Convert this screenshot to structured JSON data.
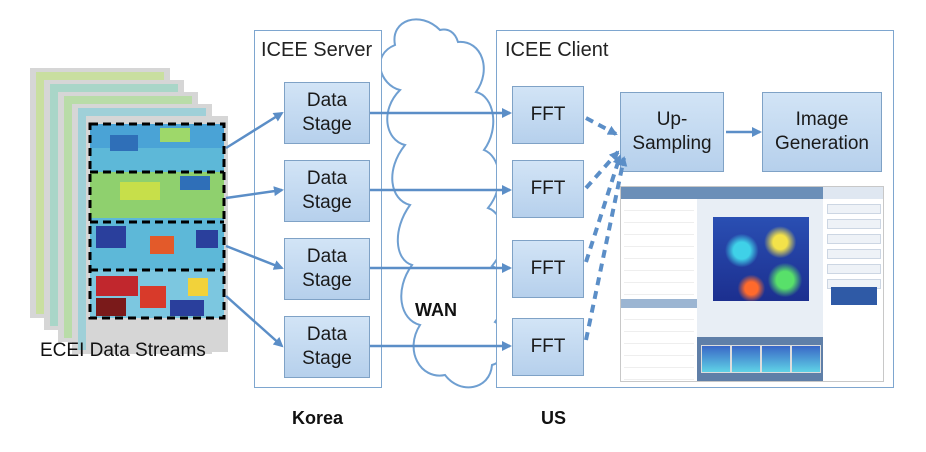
{
  "regions": {
    "server": {
      "title": "ICEE Server"
    },
    "client": {
      "title": "ICEE Client"
    }
  },
  "streams": {
    "label": "ECEI Data Streams"
  },
  "server_boxes": [
    {
      "label": "Data\nStage"
    },
    {
      "label": "Data\nStage"
    },
    {
      "label": "Data\nStage"
    },
    {
      "label": "Data\nStage"
    }
  ],
  "fft_boxes": [
    {
      "label": "FFT"
    },
    {
      "label": "FFT"
    },
    {
      "label": "FFT"
    },
    {
      "label": "FFT"
    }
  ],
  "upsampling": {
    "label": "Up-\nSampling"
  },
  "image_generation": {
    "label": "Image\nGeneration"
  },
  "network": {
    "label": "WAN"
  },
  "locations": {
    "korea": "Korea",
    "us": "US"
  },
  "colors": {
    "box_fill": "#c6dbf0",
    "box_border": "#7fa2c6",
    "arrow": "#5b8ec7",
    "region_border": "#7ea6cf"
  }
}
